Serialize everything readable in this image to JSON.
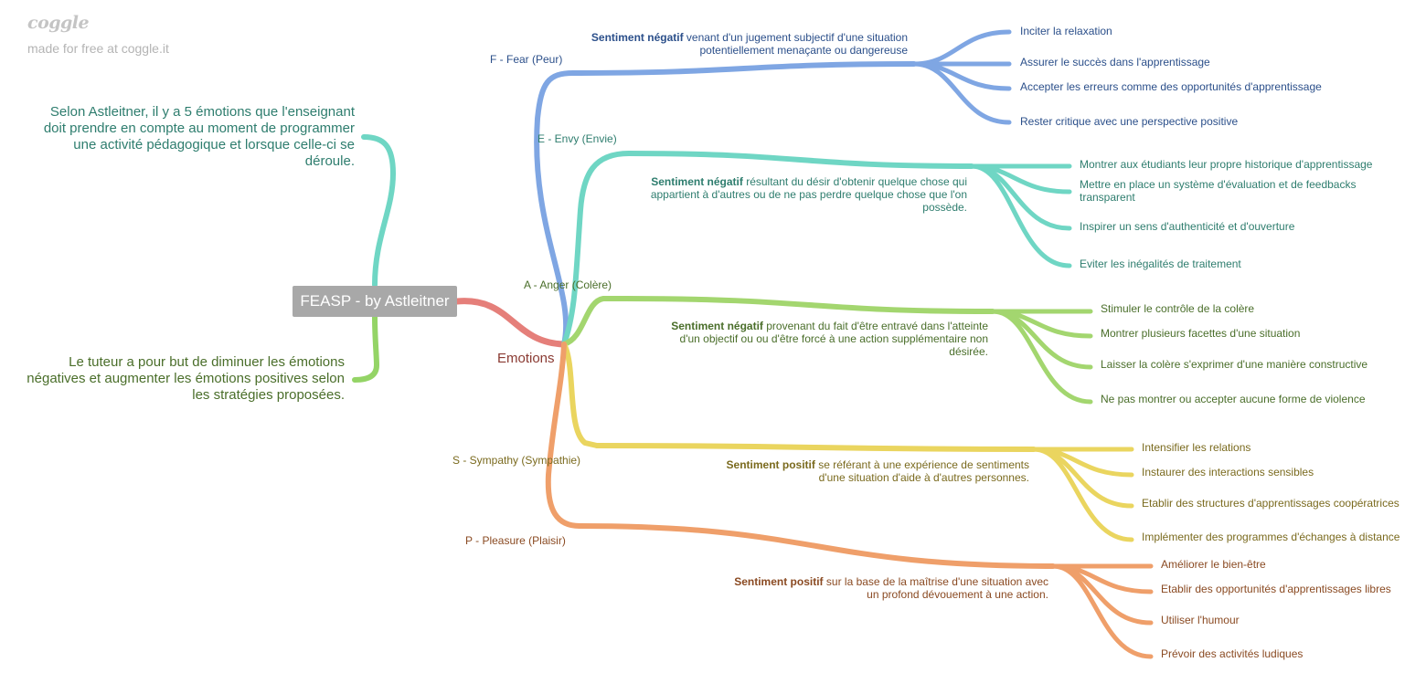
{
  "watermark": {
    "logo": "coggle",
    "tagline": "made for free at coggle.it"
  },
  "root": {
    "label": "FEASP - by Astleitner"
  },
  "notes": [
    {
      "text": "Selon Astleitner, il y a 5 émotions que l'enseignant doit prendre en compte au moment de programmer une activité pédagogique et lorsque celle-ci se déroule.",
      "color": "#2e7d6e"
    },
    {
      "text": "Le tuteur a pour but de diminuer les émotions négatives et augmenter les émotions positives selon les stratégies proposées.",
      "color": "#4a6e2a"
    }
  ],
  "emotions_label": "Emotions",
  "colors": {
    "emotions_link": "#e57f7a",
    "note_top": "#6fd6c4",
    "note_bottom": "#94d466"
  },
  "branches": [
    {
      "name": "F - Fear (Peur)",
      "color": "#7fa6e3",
      "text_color": "#2b4f8a",
      "desc_bold": "Sentiment négatif",
      "desc": " venant d'un jugement subjectif d'une situation potentiellement menaçante ou dangereuse",
      "items": [
        "Inciter la relaxation",
        "Assurer le succès dans l'apprentissage",
        "Accepter les erreurs comme des opportunités d'apprentissage",
        "Rester critique avec une perspective positive"
      ]
    },
    {
      "name": "E - Envy (Envie)",
      "color": "#6fd6c4",
      "text_color": "#2e7d6e",
      "desc_bold": "Sentiment négatif",
      "desc": " résultant du désir d'obtenir quelque chose qui appartient à d'autres ou de ne pas perdre quelque chose que l'on possède.",
      "items": [
        "Montrer aux étudiants leur propre historique d'apprentissage",
        "Mettre en place un système d'évaluation et de feedbacks transparent",
        "Inspirer un sens d'authenticité et d'ouverture",
        "Eviter les inégalités de traitement"
      ]
    },
    {
      "name": "A - Anger (Colère)",
      "color": "#a3d66f",
      "text_color": "#4a6e2a",
      "desc_bold": "Sentiment négatif",
      "desc": " provenant du fait d'être entravé dans l'atteinte d'un objectif ou ou d'être forcé à une action supplémentaire non désirée.",
      "items": [
        "Stimuler le contrôle de la colère",
        "Montrer plusieurs facettes d'une situation",
        "Laisser la colère s'exprimer d'une manière constructive",
        "Ne pas montrer ou accepter aucune forme de violence"
      ]
    },
    {
      "name": "S - Sympathy (Sympathie)",
      "color": "#ead55f",
      "text_color": "#7a6a1e",
      "desc_bold": "Sentiment positif",
      "desc": " se référant à une expérience de sentiments d'une situation d'aide à d'autres personnes.",
      "items": [
        "Intensifier les relations",
        "Instaurer des interactions sensibles",
        "Etablir des structures d'apprentissages coopératrices",
        "Implémenter des programmes d'échanges à distance"
      ]
    },
    {
      "name": "P - Pleasure (Plaisir)",
      "color": "#ef9f6a",
      "text_color": "#8a4a22",
      "desc_bold": "Sentiment positif",
      "desc": " sur la base de la maîtrise d'une situation avec un profond dévouement à une action.",
      "items": [
        "Améliorer le bien-être",
        "Etablir des opportunités d'apprentissages libres",
        "Utiliser l'humour",
        "Prévoir des activités ludiques"
      ]
    }
  ]
}
